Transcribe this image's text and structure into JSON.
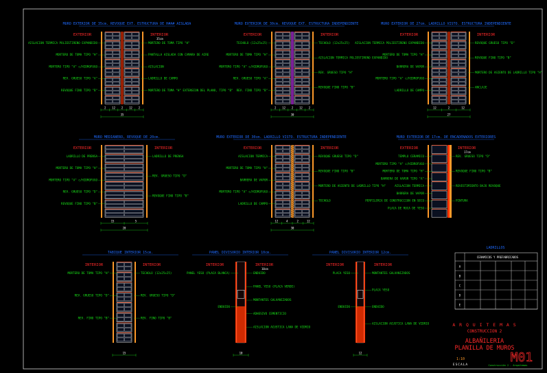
{
  "colors": {
    "background": "#000000",
    "frame": "#d8d8d8",
    "title": "#1f6bff",
    "label_exterior": "#ff2a2a",
    "note": "#19e619",
    "block_fill": "#0a1020",
    "block_line": "#ffffff",
    "mortar": "#ff3300",
    "insulation": "#ff9a2a",
    "accent_purple": "#cc33ff",
    "dimension": "#19e619"
  },
  "panels": [
    {
      "title": "MURO EXTERIOR DE 35cm. REVOQUE EXT. ESTRUCTURA DE H#A# AISLADA",
      "exterior": "EXTERIOR",
      "interior": "INTERIOR",
      "interior_sub": "35cm",
      "left_notes": [
        "AISLACION TERMICA POLIESTIRENO EXPANDIDO",
        "MORTERO DE TOMA TIPO \"H\"",
        "MORTERO TIPO \"A\" c/HIDROFUGO",
        "REV. GRUESO TIPO \"A\"",
        "REVOQUE FINO TIPO \"B\""
      ],
      "right_notes": [
        "MORTERO DE TOMA TIPO \"H\"",
        "PANTALLA AISLADA CON CAMARA DE AIRE",
        "AISLACION",
        "LADRILLO DE CAMPO",
        "MORTERO DE TOMA \"H\" EXTENSION DEL PLANO, TIPO \"B\""
      ],
      "dims": [
        "2",
        "12",
        "2",
        "12",
        "2"
      ],
      "total": "35"
    },
    {
      "title": "MURO EXTERIOR DE 30cm. REVOQUE EXT. ESTRUCTURA INDEPENDIENTE",
      "exterior": "EXTERIOR",
      "interior": "INTERIOR",
      "interior_sub": "",
      "left_notes": [
        "TECHOLO (12x25x25)",
        "MORTERO DE TOMA TIPO \"H\"",
        "MORTERO TIPO \"A\" c/HIDROFUGO",
        "REV. GRUESO TIPO \"A\"",
        "REV. FINO TIPO \"B\""
      ],
      "right_notes": [
        "TECHOLO (12x25x25)",
        "AISLACION TERMICA POLIESTIRENO EXPANDIDO",
        "REV. GRUESO TIPO \"H\"",
        "REVOQUE FINO TIPO \"B\""
      ],
      "dims": [
        "2",
        "12",
        "2",
        "12",
        "2"
      ],
      "total": "30"
    },
    {
      "title": "MURO EXTERIOR DE 27cm. LADRILLO VISTO. ESTRUCTURA INDEPENDIENTE",
      "exterior": "EXTERIOR",
      "interior": "INTERIOR",
      "interior_sub": "",
      "left_notes": [
        "AISLACION TERMICA POLIESTIRENO EXPANDIDO",
        "MORTERO DE TOMA TIPO \"H\"",
        "BARRERA DE VAPOR",
        "MORTERO TIPO \"A\" c/HIDROFUGO",
        "LADRILLO DE CAMPO"
      ],
      "right_notes": [
        "REVOQUE GRUESO TIPO \"D\"",
        "REVOQUE FINO TIPO \"B\"",
        "MORTERO DE ASIENTO DE LADRILLO TIPO \"H\"",
        "ANCLAJE"
      ],
      "dims": [
        "12",
        "2",
        "12"
      ],
      "total": "27"
    },
    {
      "title": "MURO MEDIANERO, REVOQUE DE 20cm.",
      "exterior": "EXTERIOR",
      "interior": "INTERIOR",
      "interior_sub": "",
      "left_notes": [
        "LADRILLO DE PRENSA",
        "MORTERO DE TOMA TIPO \"H\"",
        "MORTERO TIPO \"A\" c/HIDROFUGO",
        "REV. GRUESO TIPO \"D\"",
        "REVOQUE FINO TIPO \"B\""
      ],
      "right_notes": [
        "LADRILLO DE PRENSA",
        "REV. GRUESO TIPO \"D\"",
        "REVOQUE FINO TIPO \"B\""
      ],
      "dims": [
        "15",
        "5"
      ],
      "total": "20"
    },
    {
      "title": "MURO EXTERIOR DE 30cm. LADRILLO VISTO. ESTRUCTURA INDEPENDIENTE",
      "exterior": "EXTERIOR",
      "interior": "INTERIOR",
      "interior_sub": "",
      "left_notes": [
        "AISLACION TERMICA",
        "MORTERO DE TOMA TIPO \"H\"",
        "BARRERA DE VAPOR",
        "MORTERO TIPO \"A\" c/HIDROFUGO",
        "LADRILLO DE CAMPO"
      ],
      "right_notes": [
        "REVOQUE GRUESO TIPO \"D\"",
        "REVOQUE FINO TIPO \"B\"",
        "MORTERO DE ASIENTO DE LADRILLO TIPO \"H\"",
        "TECHOLO"
      ],
      "dims": [
        "12",
        "4",
        "2",
        "12"
      ],
      "total": "30"
    },
    {
      "title": "MURO EXTERIOR DE 17cm. DE ENCADENADOS EXTERIORES",
      "exterior": "EXTERIOR",
      "interior": "INTERIOR",
      "interior_sub": "17cm",
      "left_notes": [
        "TEMPLO CERAMICO",
        "MORTERO TIPO \"A\" c/HIDROFUGO",
        "MORTERO DE TOMA TIPO \"H\"",
        "BARRERA DE VAPOR TIPO \"A\"",
        "AISLACION TERMICA",
        "BARRERA DE VAPOR",
        "PERFILERIA DE CONSTRUCCION EN SECO",
        "PLACA DE ROCA DE YESO"
      ],
      "right_notes": [
        "REV. GRUESO TIPO \"D\"",
        "REVOQUE FINO TIPO \"B\"",
        "REVESTIMIENTO BAJO REVOQUE",
        "PINTURA"
      ],
      "dims": [],
      "total": ""
    },
    {
      "title": "TABIQUE INTERIOR 15cm.",
      "exterior": "INTERIOR",
      "interior": "INTERIOR",
      "interior_sub": "",
      "left_notes": [
        "MORTERO DE TOMA TIPO \"H\"",
        "REV. GRUESO TIPO \"D\"",
        "REV. FINO TIPO \"B\""
      ],
      "right_notes": [
        "TECHOLO (12x25x25)",
        "REV. GRUESO TIPO \"D\"",
        "REV. FINO TIPO \"B\""
      ],
      "dims": [],
      "total": "15"
    },
    {
      "title": "PANEL DIVISORIO INTERIOR 10cm.",
      "exterior": "INTERIOR",
      "interior": "INTERIOR",
      "interior_sub": "10cm",
      "left_notes": [
        "PANEL YESO (PLACA BLANCA)",
        "ENDUIDO"
      ],
      "right_notes": [
        "ENDUIDO",
        "PANEL YESO (PLACA VERDE)",
        "MONTANTES GALVANIZADOS",
        "ADHESIVO CEMENTICIO",
        "AISLACION ACUSTICA LANA DE VIDRIO"
      ],
      "dims": [],
      "total": "10"
    },
    {
      "title": "PANEL DIVISORIO INTERIOR 12cm.",
      "exterior": "INTERIOR",
      "interior": "INTERIOR",
      "interior_sub": "",
      "left_notes": [
        "PLACA YESO",
        "ENDUIDO"
      ],
      "right_notes": [
        "MONTANTES GALVANIZADOS",
        "PLACA YESO",
        "ENDUIDO",
        "AISLACION ACUSTICA LANA DE VIDRIO"
      ],
      "dims": [],
      "total": "12"
    }
  ],
  "legend": {
    "title": "LADRILLOS",
    "subtitle": "CERAMICOS Y PREFABRICADOS",
    "rows": [
      "A",
      "B",
      "C",
      "D",
      "E"
    ]
  },
  "titleblock": {
    "studio": "A R Q U I T E M A S",
    "course": "CONSTRUCCION 2",
    "sheet_title_1": "ALBAÑILERIA",
    "sheet_title_2": "PLANILLA DE MUROS",
    "code": "M01",
    "scale": "1:10",
    "scale_label": "ESCALA",
    "footer": "Construcción 2 - Arquitemas"
  }
}
